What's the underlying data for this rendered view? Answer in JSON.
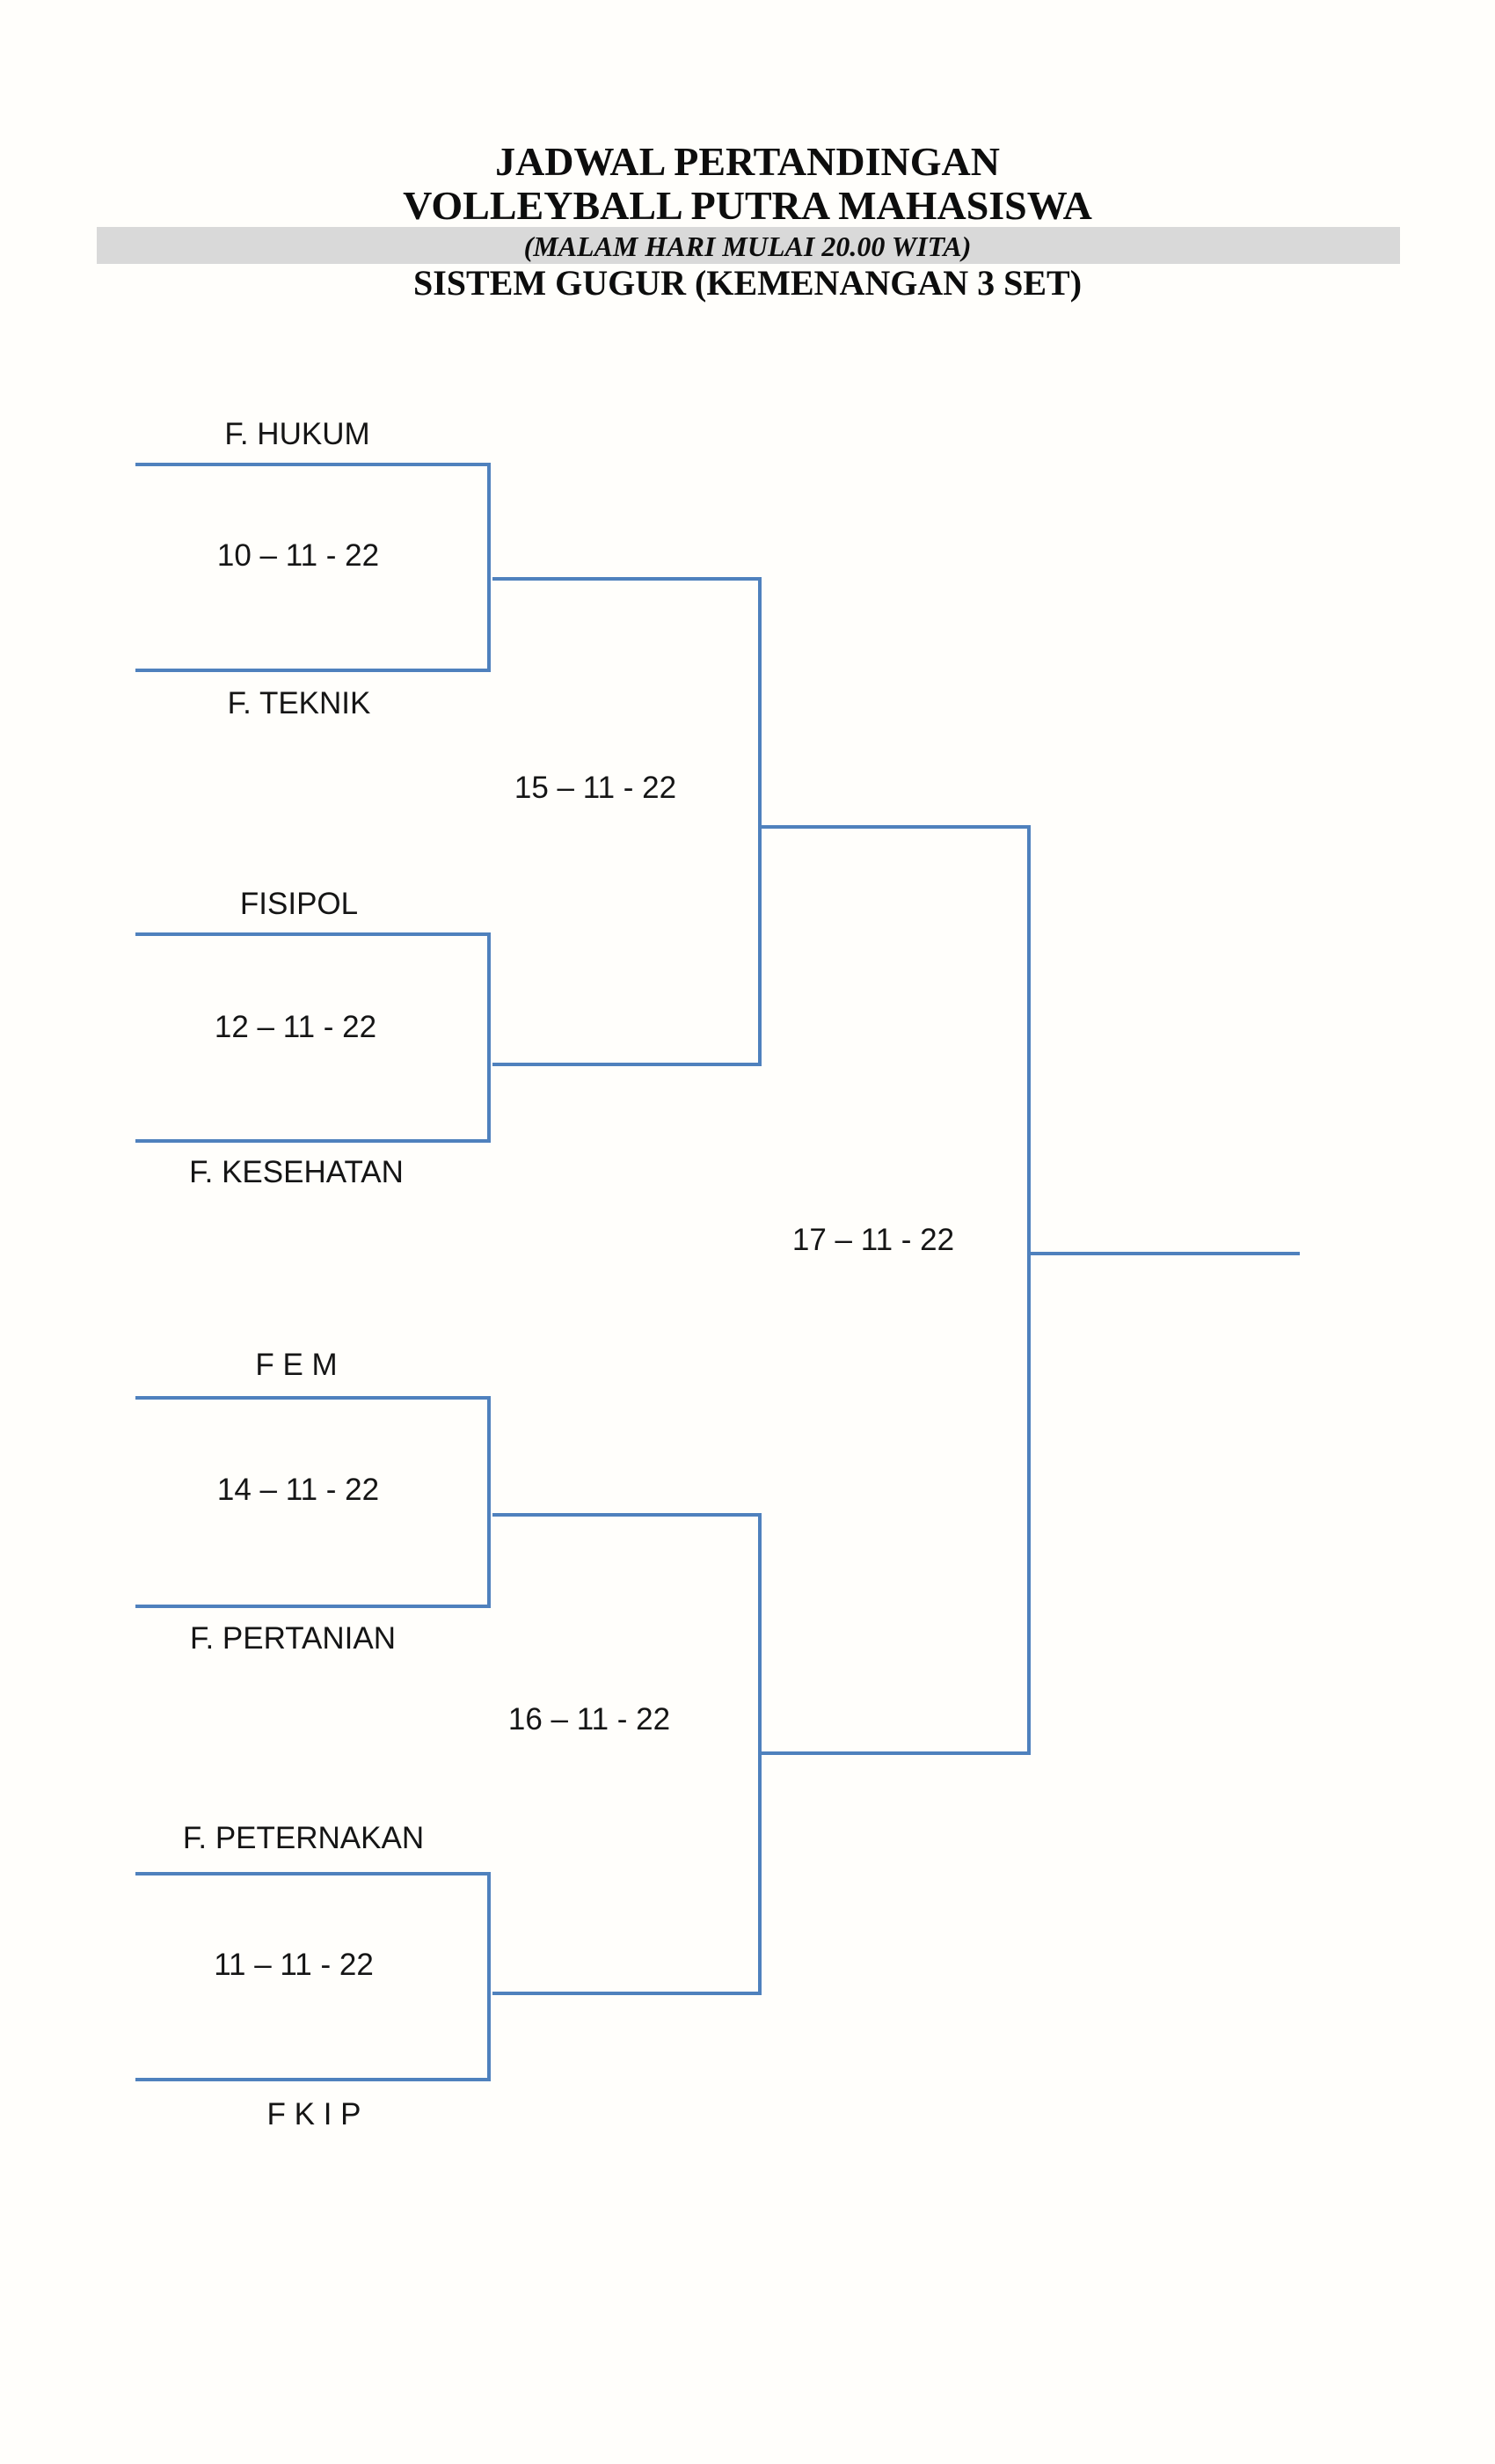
{
  "title": {
    "line1": "JADWAL PERTANDINGAN",
    "line2": "VOLLEYBALL PUTRA MAHASISWA",
    "subtitle_highlighted": "(MALAM HARI MULAI 20.00 WITA)",
    "line4": "SISTEM GUGUR (KEMENANGAN 3 SET)"
  },
  "colors": {
    "bracket_line": "#4f81bd",
    "highlight_band": "#d9d9d9",
    "text": "#151515"
  },
  "bracket": {
    "round1": [
      {
        "team_top": "F. HUKUM",
        "date": "10 – 11 - 22",
        "team_bottom": "F. TEKNIK"
      },
      {
        "team_top": "FISIPOL",
        "date": "12 – 11 - 22",
        "team_bottom": "F. KESEHATAN"
      },
      {
        "team_top": "F E M",
        "date": "14 – 11 - 22",
        "team_bottom": "F. PERTANIAN"
      },
      {
        "team_top": "F. PETERNAKAN",
        "date": "11 – 11 - 22",
        "team_bottom": "F K I P"
      }
    ],
    "semifinals": [
      {
        "date": "15 – 11 - 22"
      },
      {
        "date": "16 – 11 - 22"
      }
    ],
    "final": {
      "date": "17 – 11 - 22"
    }
  }
}
